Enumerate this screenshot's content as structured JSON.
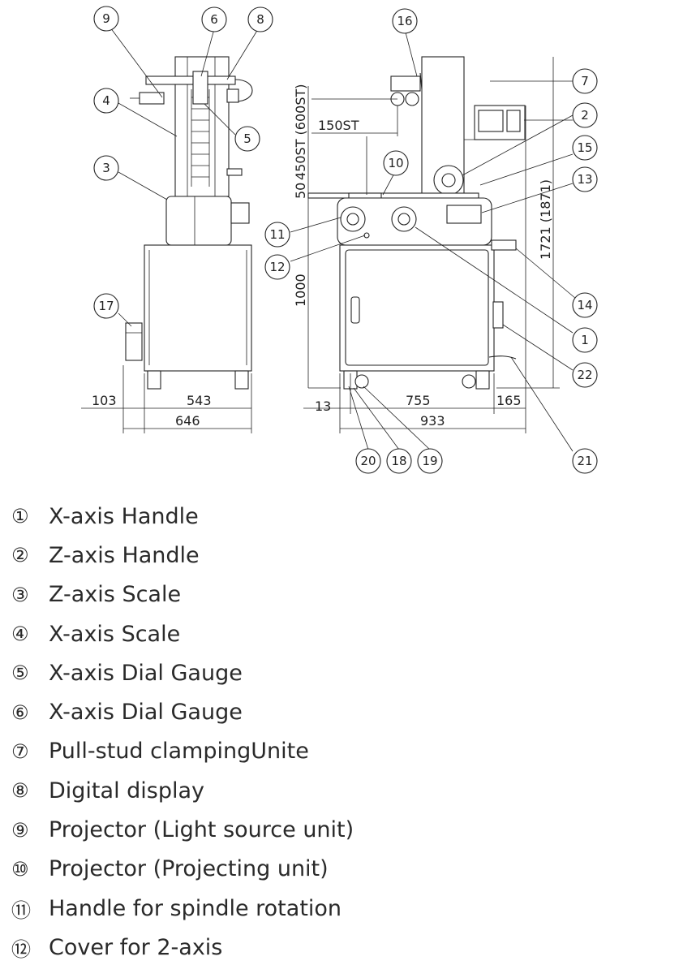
{
  "callouts": [
    {
      "id": "1",
      "label": "1"
    },
    {
      "id": "2",
      "label": "2"
    },
    {
      "id": "3",
      "label": "3"
    },
    {
      "id": "4",
      "label": "4"
    },
    {
      "id": "5",
      "label": "5"
    },
    {
      "id": "6",
      "label": "6"
    },
    {
      "id": "7",
      "label": "7"
    },
    {
      "id": "8",
      "label": "8"
    },
    {
      "id": "9",
      "label": "9"
    },
    {
      "id": "10",
      "label": "10"
    },
    {
      "id": "11",
      "label": "11"
    },
    {
      "id": "12",
      "label": "12"
    },
    {
      "id": "13",
      "label": "13"
    },
    {
      "id": "14",
      "label": "14"
    },
    {
      "id": "15",
      "label": "15"
    },
    {
      "id": "16",
      "label": "16"
    },
    {
      "id": "17",
      "label": "17"
    },
    {
      "id": "18",
      "label": "18"
    },
    {
      "id": "19",
      "label": "19"
    },
    {
      "id": "20",
      "label": "20"
    },
    {
      "id": "21",
      "label": "21"
    },
    {
      "id": "22",
      "label": "22"
    }
  ],
  "dimensions": {
    "d103": "103",
    "d543": "543",
    "d646": "646",
    "d13": "13",
    "d755": "755",
    "d165": "165",
    "d933": "933",
    "d150st": "150ST",
    "d50": "50",
    "d450st": "450ST (600ST)",
    "d1000": "1000",
    "d1721": "1721 (1871)"
  },
  "legend": [
    {
      "num": "①",
      "text": "X-axis Handle"
    },
    {
      "num": "②",
      "text": "Z-axis Handle"
    },
    {
      "num": "③",
      "text": "Z-axis Scale"
    },
    {
      "num": "④",
      "text": "X-axis Scale"
    },
    {
      "num": "⑤",
      "text": "X-axis Dial Gauge"
    },
    {
      "num": "⑥",
      "text": "X-axis Dial Gauge"
    },
    {
      "num": "⑦",
      "text": "Pull-stud clampingUnite"
    },
    {
      "num": "⑧",
      "text": "Digital display"
    },
    {
      "num": "⑨",
      "text": "Projector (Light source unit)"
    },
    {
      "num": "⑩",
      "text": "Projector (Projecting unit)"
    },
    {
      "num": "⑪",
      "text": "Handle for spindle rotation"
    },
    {
      "num": "⑫",
      "text": "Cover for 2-axis"
    }
  ]
}
